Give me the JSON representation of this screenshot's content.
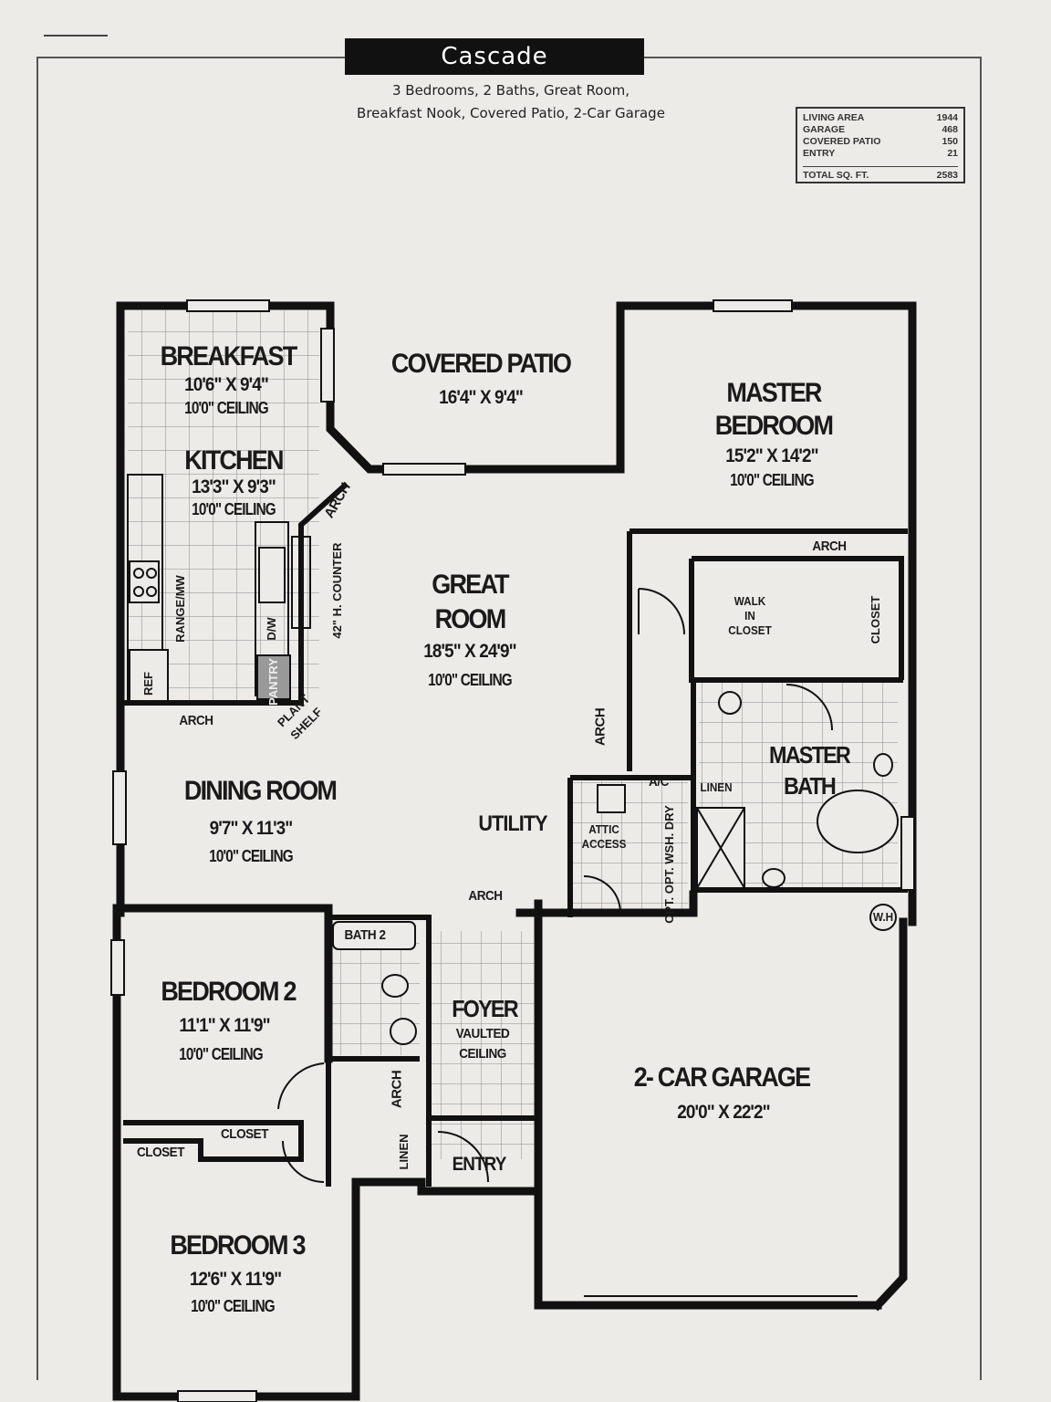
{
  "title": "Cascade",
  "subtitle_line1": "3 Bedrooms, 2 Baths, Great Room,",
  "subtitle_line2": "Breakfast Nook, Covered Patio, 2-Car Garage",
  "area_table": {
    "rows": [
      {
        "label": "LIVING AREA",
        "value": "1944"
      },
      {
        "label": "GARAGE",
        "value": "468"
      },
      {
        "label": "COVERED PATIO",
        "value": "150"
      },
      {
        "label": "ENTRY",
        "value": "21"
      }
    ],
    "total": {
      "label": "TOTAL SQ. FT.",
      "value": "2583"
    }
  },
  "rooms": {
    "breakfast": {
      "name": "BREAKFAST",
      "dim": "10'6\" X 9'4\"",
      "ceiling": "10'0\" CEILING"
    },
    "patio": {
      "name": "COVERED PATIO",
      "dim": "16'4\" X 9'4\""
    },
    "master_bedroom": {
      "name1": "MASTER",
      "name2": "BEDROOM",
      "dim": "15'2\" X 14'2\"",
      "ceiling": "10'0\" CEILING"
    },
    "kitchen": {
      "name": "KITCHEN",
      "dim": "13'3\" X 9'3\"",
      "ceiling": "10'0\" CEILING"
    },
    "great_room": {
      "name1": "GREAT",
      "name2": "ROOM",
      "dim": "18'5\" X 24'9\"",
      "ceiling": "10'0\" CEILING"
    },
    "dining": {
      "name": "DINING ROOM",
      "dim": "9'7\" X 11'3\"",
      "ceiling": "10'0\" CEILING"
    },
    "bedroom2": {
      "name": "BEDROOM 2",
      "dim": "11'1\" X 11'9\"",
      "ceiling": "10'0\" CEILING"
    },
    "bedroom3": {
      "name": "BEDROOM 3",
      "dim": "12'6\" X 11'9\"",
      "ceiling": "10'0\" CEILING"
    },
    "foyer": {
      "name": "FOYER",
      "note1": "VAULTED",
      "note2": "CEILING"
    },
    "garage": {
      "name": "2- CAR GARAGE",
      "dim": "20'0\" X 22'2\""
    },
    "master_bath": {
      "name1": "MASTER",
      "name2": "BATH"
    }
  },
  "labels": {
    "utility": "UTILITY",
    "arch": "ARCH",
    "walk_in_closet_1": "WALK",
    "walk_in_closet_2": "IN",
    "walk_in_closet_3": "CLOSET",
    "closet": "CLOSET",
    "ac": "A/C",
    "linen": "LINEN",
    "attic_1": "ATTIC",
    "attic_2": "ACCESS",
    "opt_wsh_dry": "OPT. OPT. WSH. DRY",
    "wh": "W.H",
    "bath2": "BATH 2",
    "entry": "ENTRY",
    "range": "RANGE/MW",
    "ref": "REF",
    "dw": "D/W",
    "pantry": "PANTRY",
    "counter": "42\" H. COUNTER",
    "plant_shelf_1": "PLANT",
    "plant_shelf_2": "SHELF"
  }
}
